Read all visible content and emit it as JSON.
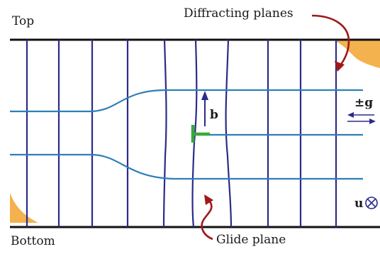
{
  "labels": {
    "top": "Top",
    "bottom": "Bottom",
    "diffracting_planes": "Diffracting planes",
    "glide_plane": "Glide plane",
    "burgers": "b",
    "g_vector": "±g",
    "line_direction": "u"
  },
  "icons": {
    "into_page": "circled-cross-icon",
    "dislocation": "edge-dislocation-symbol"
  },
  "colors": {
    "plane_lines": "#2b2b8a",
    "glide_lines": "#2e7fb8",
    "dislocation": "#3aa83a",
    "arrows": "#a01818",
    "shading": "#f3b24e",
    "border": "#111111"
  }
}
